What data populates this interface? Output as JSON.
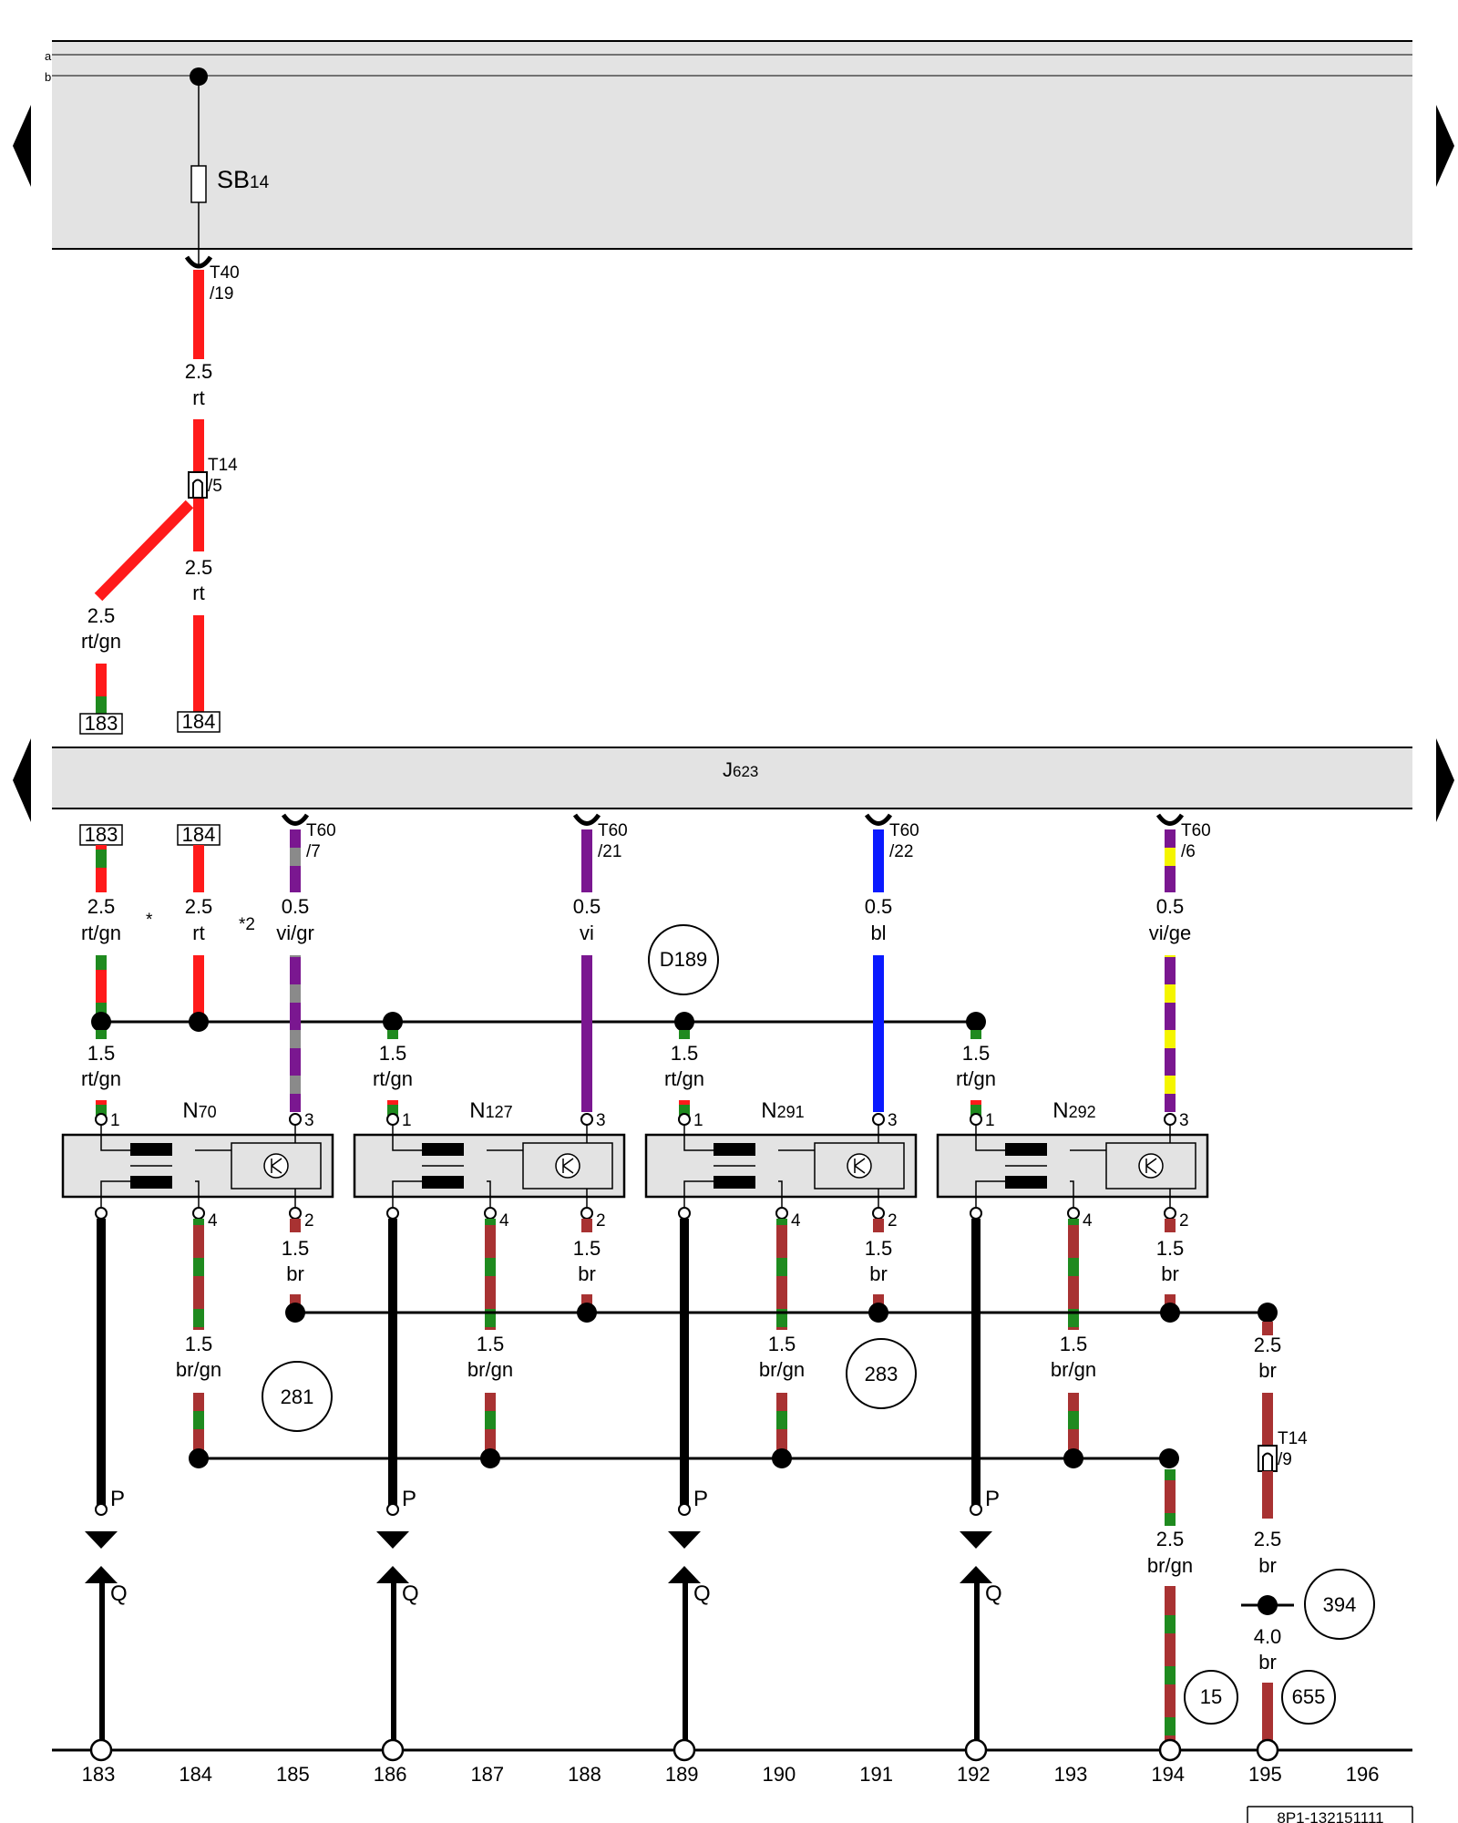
{
  "rail_labels": {
    "a": "a",
    "b": "b"
  },
  "top_fuse": {
    "name": "SB",
    "sub": "14"
  },
  "top_connector": {
    "name": "T40",
    "pin": "/19"
  },
  "top_wire": {
    "size": "2.5",
    "color": "rt"
  },
  "t14_upper": {
    "name": "T14",
    "pin": "/5"
  },
  "t14_upper_wire": {
    "size": "2.5",
    "color": "rt"
  },
  "left_branch_wire": {
    "size": "2.5",
    "color": "rt/gn"
  },
  "ref_boxes": {
    "box183": "183",
    "box184": "184"
  },
  "control_unit": {
    "name": "J",
    "sub": "623"
  },
  "feed_wires": [
    {
      "size": "2.5",
      "color": "rt/gn"
    },
    {
      "size": "2.5",
      "color": "rt"
    }
  ],
  "footnotes": {
    "star1": "*",
    "star2": "*2"
  },
  "t60_wires": [
    {
      "connector": "T60",
      "pin": "/7",
      "size": "0.5",
      "color": "vi/gr"
    },
    {
      "connector": "T60",
      "pin": "/21",
      "size": "0.5",
      "color": "vi"
    },
    {
      "connector": "T60",
      "pin": "/22",
      "size": "0.5",
      "color": "bl"
    },
    {
      "connector": "T60",
      "pin": "/6",
      "size": "0.5",
      "color": "vi/ge"
    }
  ],
  "circle_refs": {
    "d189": "D189",
    "c281": "281",
    "c283": "283",
    "c394": "394",
    "c15": "15",
    "c655": "655"
  },
  "valves": [
    {
      "name": "N",
      "sub": "70",
      "pin1": "1",
      "pin2": "2",
      "pin3": "3",
      "pin4": "4",
      "feed_size": "1.5",
      "feed_color": "rt/gn",
      "out2_size": "1.5",
      "out2_color": "br",
      "out4_size": "1.5",
      "out4_color": "br/gn",
      "p": "P",
      "q": "Q"
    },
    {
      "name": "N",
      "sub": "127",
      "pin1": "1",
      "pin2": "2",
      "pin3": "3",
      "pin4": "4",
      "feed_size": "1.5",
      "feed_color": "rt/gn",
      "out2_size": "1.5",
      "out2_color": "br",
      "out4_size": "1.5",
      "out4_color": "br/gn",
      "p": "P",
      "q": "Q"
    },
    {
      "name": "N",
      "sub": "291",
      "pin1": "1",
      "pin2": "2",
      "pin3": "3",
      "pin4": "4",
      "feed_size": "1.5",
      "feed_color": "rt/gn",
      "out2_size": "1.5",
      "out2_color": "br",
      "out4_size": "1.5",
      "out4_color": "br/gn",
      "p": "P",
      "q": "Q"
    },
    {
      "name": "N",
      "sub": "292",
      "pin1": "1",
      "pin2": "2",
      "pin3": "3",
      "pin4": "4",
      "feed_size": "1.5",
      "feed_color": "rt/gn",
      "out2_size": "1.5",
      "out2_color": "br",
      "out4_size": "1.5",
      "out4_color": "br/gn",
      "p": "P",
      "q": "Q"
    }
  ],
  "right_column": {
    "br_wire": {
      "size": "2.5",
      "color": "br"
    },
    "t14_lower": {
      "name": "T14",
      "pin": "/9"
    },
    "br_wire_lower": {
      "size": "2.5",
      "color": "br"
    },
    "brgn_wire": {
      "size": "2.5",
      "color": "br/gn"
    },
    "br_wire_bottom": {
      "size": "4.0",
      "color": "br"
    }
  },
  "bottom_numbers": [
    "183",
    "184",
    "185",
    "186",
    "187",
    "188",
    "189",
    "190",
    "191",
    "192",
    "193",
    "194",
    "195",
    "196"
  ],
  "doc_id": "8P1-132151111",
  "colors": {
    "band": "#e3e3e3",
    "red": "#ff1a1a",
    "green": "#1f8a1f",
    "violet": "#7a1790",
    "gray": "#8a8a8a",
    "blue": "#0a1aff",
    "yellow": "#f5f500",
    "brown": "#a83232",
    "black": "#000000"
  }
}
